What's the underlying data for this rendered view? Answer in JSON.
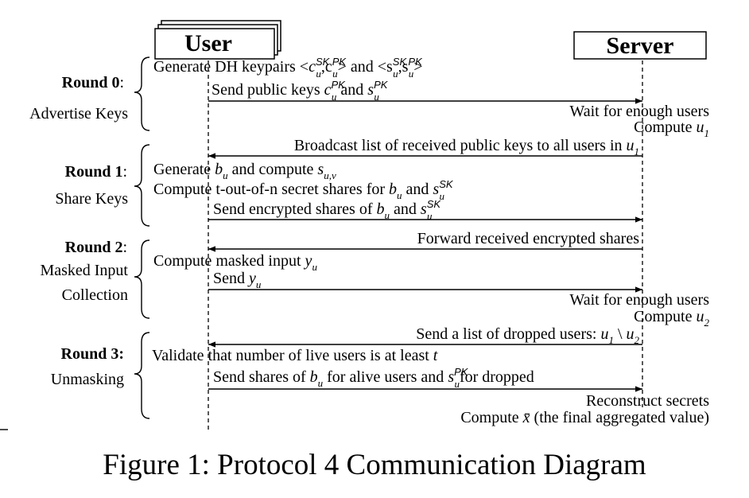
{
  "actors": {
    "user": "User",
    "server": "Server"
  },
  "rounds": [
    {
      "title": "Round 0",
      "sep": ":",
      "sub": [
        "Advertise Keys"
      ]
    },
    {
      "title": "Round 1",
      "sep": ":",
      "sub": [
        "Share Keys"
      ]
    },
    {
      "title": "Round 2",
      "sep": ":",
      "sub": [
        "Masked Input",
        "Collection"
      ]
    },
    {
      "title": "Round 3:",
      "sep": "",
      "sub": [
        "Unmasking"
      ]
    }
  ],
  "lines": [
    {
      "id": "gen-dh",
      "parts": [
        {
          "t": "Generate DH keypairs <"
        },
        {
          "t": "c"
        },
        {
          "t": "SK",
          "sup": true
        },
        {
          "t": "u",
          "sub": true
        },
        {
          "t": ",c"
        },
        {
          "t": "PK",
          "sup": true
        },
        {
          "t": "u",
          "sub": true
        },
        {
          "t": "> and <s"
        },
        {
          "t": "SK",
          "sup": true
        },
        {
          "t": "u",
          "sub": true
        },
        {
          "t": ",s"
        },
        {
          "t": "PK",
          "sup": true
        },
        {
          "t": "u",
          "sub": true
        },
        {
          "t": ">"
        }
      ]
    },
    {
      "id": "send-public-keys",
      "parts": [
        {
          "t": "Send public keys "
        },
        {
          "t": "c"
        },
        {
          "t": "PK",
          "sup": true
        },
        {
          "t": "u",
          "sub": true
        },
        {
          "t": "  and  "
        },
        {
          "t": "s"
        },
        {
          "t": "PK",
          "sup": true
        },
        {
          "t": "u",
          "sub": true
        }
      ]
    },
    {
      "id": "wait-users-1",
      "parts": [
        {
          "t": "Wait for enough users"
        }
      ]
    },
    {
      "id": "compute-u1",
      "parts": [
        {
          "t": "Compute "
        },
        {
          "t": "u"
        },
        {
          "t": "1",
          "sub": true
        }
      ]
    },
    {
      "id": "broadcast-list",
      "parts": [
        {
          "t": "Broadcast list of received public keys to all users in "
        },
        {
          "t": "u"
        },
        {
          "t": "1",
          "sub": true
        }
      ]
    },
    {
      "id": "generate-bu",
      "parts": [
        {
          "t": "Generate "
        },
        {
          "t": "b"
        },
        {
          "t": "u",
          "sub": true
        },
        {
          "t": " and compute  "
        },
        {
          "t": "s"
        },
        {
          "t": "u,v",
          "sub": true
        }
      ]
    },
    {
      "id": "compute-shares",
      "parts": [
        {
          "t": "Compute t-out-of-n secret shares for "
        },
        {
          "t": "b"
        },
        {
          "t": "u",
          "sub": true
        },
        {
          "t": " and "
        },
        {
          "t": "s"
        },
        {
          "t": "SK",
          "sup": true
        },
        {
          "t": "u",
          "sub": true
        }
      ]
    },
    {
      "id": "send-encrypted-shares",
      "parts": [
        {
          "t": "Send encrypted shares of "
        },
        {
          "t": "b"
        },
        {
          "t": "u",
          "sub": true
        },
        {
          "t": " and "
        },
        {
          "t": "s"
        },
        {
          "t": "SK",
          "sup": true
        },
        {
          "t": "u",
          "sub": true
        }
      ]
    },
    {
      "id": "forward-shares",
      "parts": [
        {
          "t": "Forward received encrypted shares"
        }
      ]
    },
    {
      "id": "compute-masked-input",
      "parts": [
        {
          "t": "Compute masked input "
        },
        {
          "t": "y"
        },
        {
          "t": "u",
          "sub": true
        }
      ]
    },
    {
      "id": "send-yu",
      "parts": [
        {
          "t": "Send "
        },
        {
          "t": "y"
        },
        {
          "t": "u",
          "sub": true
        }
      ]
    },
    {
      "id": "wait-users-2",
      "parts": [
        {
          "t": "Wait for enough users"
        }
      ]
    },
    {
      "id": "compute-u2",
      "parts": [
        {
          "t": "Compute "
        },
        {
          "t": "u"
        },
        {
          "t": "2",
          "sub": true
        }
      ]
    },
    {
      "id": "send-dropped-list",
      "parts": [
        {
          "t": "Send a list of dropped users: "
        },
        {
          "t": "u"
        },
        {
          "t": "1",
          "sub": true
        },
        {
          "t": " \\ "
        },
        {
          "t": "u"
        },
        {
          "t": "2",
          "sub": true
        }
      ]
    },
    {
      "id": "validate-live-users",
      "parts": [
        {
          "t": "Validate that number of live users is at least "
        },
        {
          "t": "t"
        }
      ]
    },
    {
      "id": "send-shares-alive",
      "parts": [
        {
          "t": "Send shares of "
        },
        {
          "t": "b"
        },
        {
          "t": "u",
          "sub": true
        },
        {
          "t": " for alive users and "
        },
        {
          "t": "s"
        },
        {
          "t": "PK",
          "sup": true
        },
        {
          "t": "u",
          "sub": true
        },
        {
          "t": "for dropped"
        }
      ]
    },
    {
      "id": "reconstruct-secrets",
      "parts": [
        {
          "t": "Reconstruct secrets"
        }
      ]
    },
    {
      "id": "compute-xbar",
      "parts": [
        {
          "t": "Compute "
        },
        {
          "t": "x̄"
        },
        {
          "t": " (the final aggregated value)"
        }
      ]
    }
  ],
  "caption": "Figure 1: Protocol 4 Communication Diagram"
}
